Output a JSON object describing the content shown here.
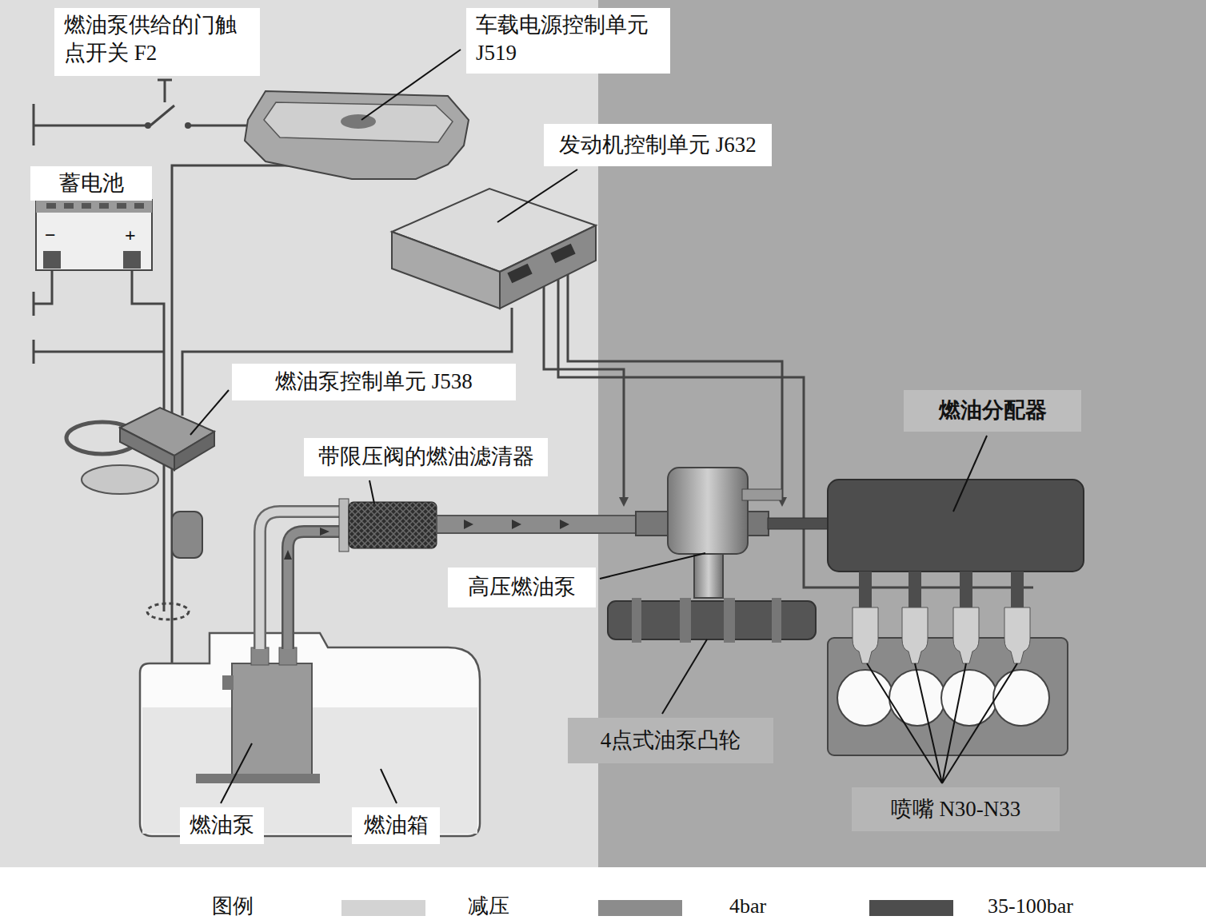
{
  "diagram": {
    "nodes": [
      {
        "text": [
          "燃油泵供给的门触点开关 F2"
        ]
      },
      {
        "text": [
          "车载电源控制单元 J519"
        ]
      },
      {
        "text": [
          "发动机控制单元 J632"
        ]
      },
      {
        "text": [
          "蓄电池"
        ]
      },
      {
        "text": [
          "燃油泵控制单元 J538"
        ]
      },
      {
        "text": [
          "带限压阀的燃油滤清器"
        ]
      },
      {
        "text": [
          "燃油分配器"
        ]
      },
      {
        "text": [
          "高压燃油泵"
        ]
      },
      {
        "text": [
          "4点式油泵凸轮"
        ]
      },
      {
        "text": [
          "喷嘴 N30-N33"
        ]
      },
      {
        "text": [
          "燃油泵"
        ]
      },
      {
        "text": [
          "燃油箱"
        ]
      }
    ],
    "labels": [
      "−",
      "+",
      "图例"
    ],
    "legend": [
      {
        "text": "减压",
        "color": "#d3d3d3"
      },
      {
        "text": "4bar",
        "color": "#8c8c8c"
      },
      {
        "text": "35-100bar",
        "color": "#4d4d4d"
      }
    ]
  }
}
